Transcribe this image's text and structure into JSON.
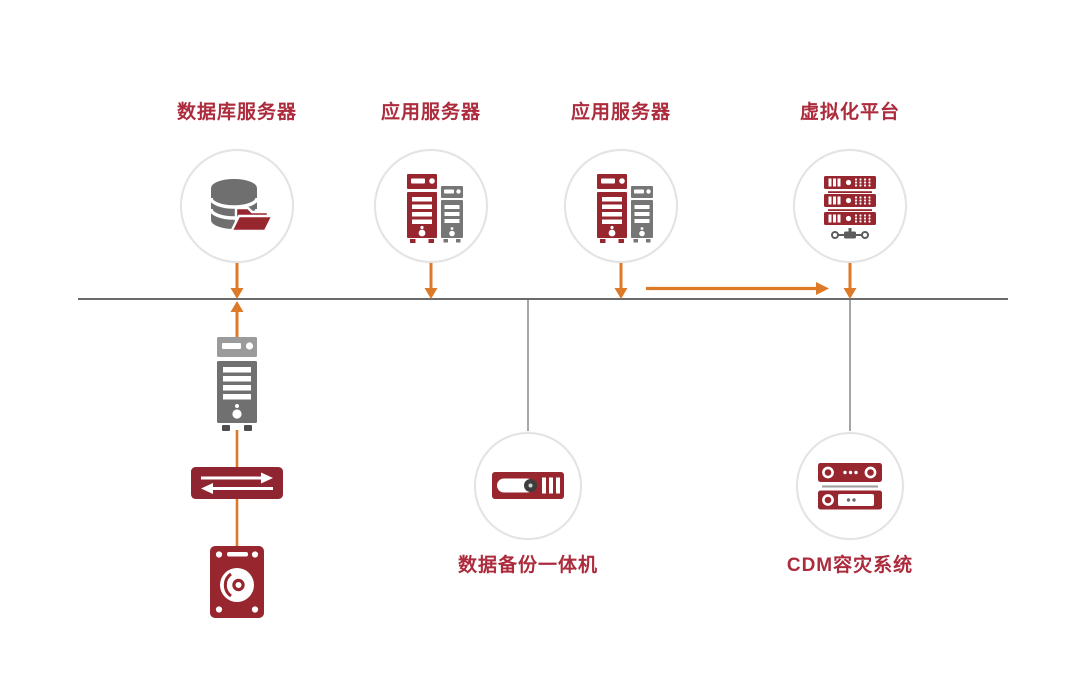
{
  "diagram": {
    "kind": "backup-disaster-recovery-topology",
    "colors": {
      "icon_red": "#97262F",
      "label_red": "#AC2B3C",
      "arrow_orange": "#DD7A28",
      "bus_gray": "#6A6A6A",
      "connector_gray": "#8F8F8F",
      "icon_gray": "#6F6F6F",
      "icon_gray_light": "#9B9B9B",
      "circle_border": "#E3E3E3"
    },
    "top_nodes": [
      {
        "id": "database-server",
        "label": "数据库服务器",
        "icon": "database-folder-icon"
      },
      {
        "id": "app-server-1",
        "label": "应用服务器",
        "icon": "dual-tower-servers-icon"
      },
      {
        "id": "app-server-2",
        "label": "应用服务器",
        "icon": "dual-tower-servers-icon"
      },
      {
        "id": "virtualization-platform",
        "label": "虚拟化平台",
        "icon": "rack-server-stack-icon"
      }
    ],
    "bottom_nodes": [
      {
        "id": "backup-appliance",
        "label": "数据备份一体机",
        "icon": "backup-appliance-icon"
      },
      {
        "id": "cdm-system",
        "label": "CDM容灾系统",
        "icon": "cdm-rack-units-icon"
      }
    ],
    "standalone_icons": [
      {
        "id": "tower-server",
        "icon": "tower-server-icon"
      },
      {
        "id": "transfer-switch",
        "icon": "data-transfer-arrows-icon"
      },
      {
        "id": "hard-disk",
        "icon": "hard-disk-icon"
      }
    ],
    "bus": {
      "id": "network-bus"
    },
    "connections": [
      {
        "from": "database-server",
        "to": "network-bus",
        "style": "orange-arrow-down"
      },
      {
        "from": "tower-server",
        "to": "network-bus",
        "style": "orange-arrow-up"
      },
      {
        "from": "app-server-1",
        "to": "network-bus",
        "style": "orange-arrow-down"
      },
      {
        "from": "app-server-2",
        "to": "network-bus",
        "style": "orange-arrow-down"
      },
      {
        "from": "app-server-2",
        "to": "virtualization-platform",
        "style": "orange-arrow-right"
      },
      {
        "from": "virtualization-platform",
        "to": "network-bus",
        "style": "orange-arrow-down"
      },
      {
        "from": "network-bus",
        "to": "backup-appliance",
        "style": "gray-line"
      },
      {
        "from": "network-bus",
        "to": "cdm-system",
        "style": "gray-line"
      },
      {
        "from": "tower-server",
        "to": "transfer-switch",
        "style": "orange-line"
      },
      {
        "from": "transfer-switch",
        "to": "hard-disk",
        "style": "orange-line"
      }
    ]
  }
}
